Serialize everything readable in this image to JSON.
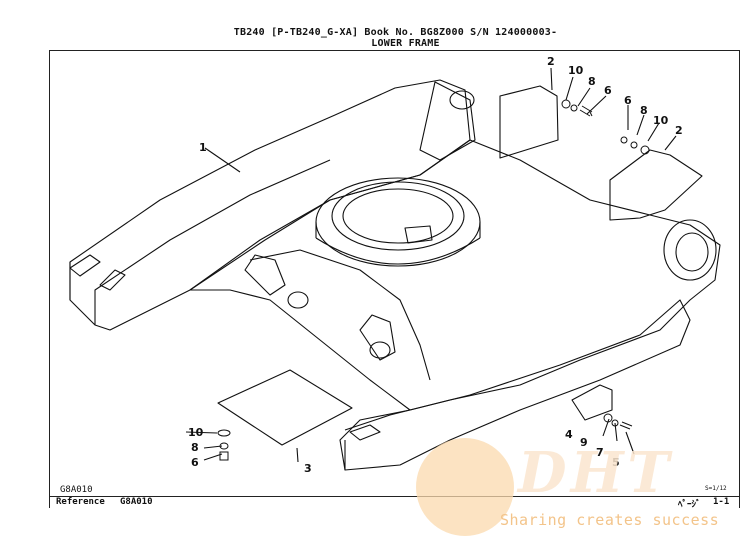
{
  "header": {
    "line1": "TB240  [P-TB240_G-XA]  Book No. BG8Z000  S/N 124000003-",
    "line2": "LOWER FRAME"
  },
  "footer": {
    "figure_code": "G8A010",
    "reference_label": "Reference",
    "reference_value": "G8A010",
    "page_small": "S=1/12",
    "page_label": "ﾍﾟｰｼﾞ",
    "page_value": "1-1"
  },
  "callouts": {
    "c1": "1",
    "c2a": "2",
    "c10a": "10",
    "c8a": "8",
    "c6a": "6",
    "c6b": "6",
    "c8b": "8",
    "c10b": "10",
    "c2b": "2",
    "c3": "3",
    "c10c": "10",
    "c8c": "8",
    "c6c": "6",
    "c4": "4",
    "c9": "9",
    "c7": "7",
    "c5": "5"
  },
  "watermark": {
    "logo": "DHT",
    "slogan": "Sharing creates success"
  },
  "colors": {
    "line": "#111111",
    "watermark": "#f3c48a"
  }
}
